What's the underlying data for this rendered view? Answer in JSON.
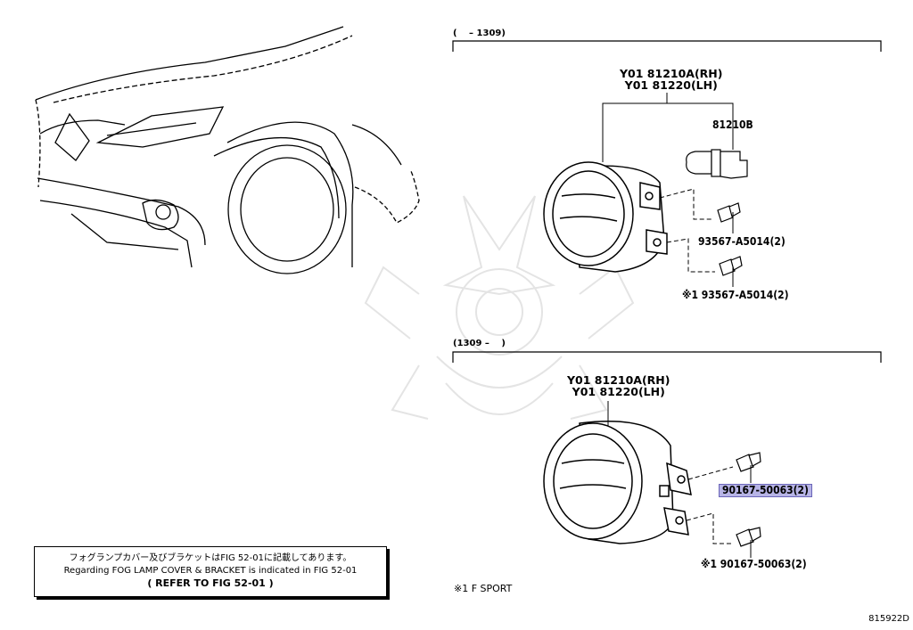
{
  "section_top": {
    "header": "(　 – 1309)",
    "lamp_part_rh": "Y01 81210A(RH)",
    "lamp_part_lh": "Y01 81220(LH)",
    "bulb_part": "81210B",
    "screw_part": "93567-A5014(2)",
    "screw_part_alt": "※1 93567-A5014(2)"
  },
  "section_bottom": {
    "header": "(1309 –　 )",
    "lamp_part_rh": "Y01 81210A(RH)",
    "lamp_part_lh": "Y01 81220(LH)",
    "bolt_part": "90167-50063(2)",
    "bolt_part_alt": "※1 90167-50063(2)"
  },
  "note": {
    "line_jp": "フォグランプカバー及びブラケットはFIG 52-01に記載してあります。",
    "line_en": "Regarding FOG LAMP COVER & BRACKET is indicated in FIG 52-01",
    "refer": "(  REFER TO FIG 52-01  )"
  },
  "footnote": "※1 F SPORT",
  "diagram_id": "815922D",
  "colors": {
    "highlight": "#b7b4e6",
    "line": "#000000",
    "watermark": "#e6e6e6"
  }
}
